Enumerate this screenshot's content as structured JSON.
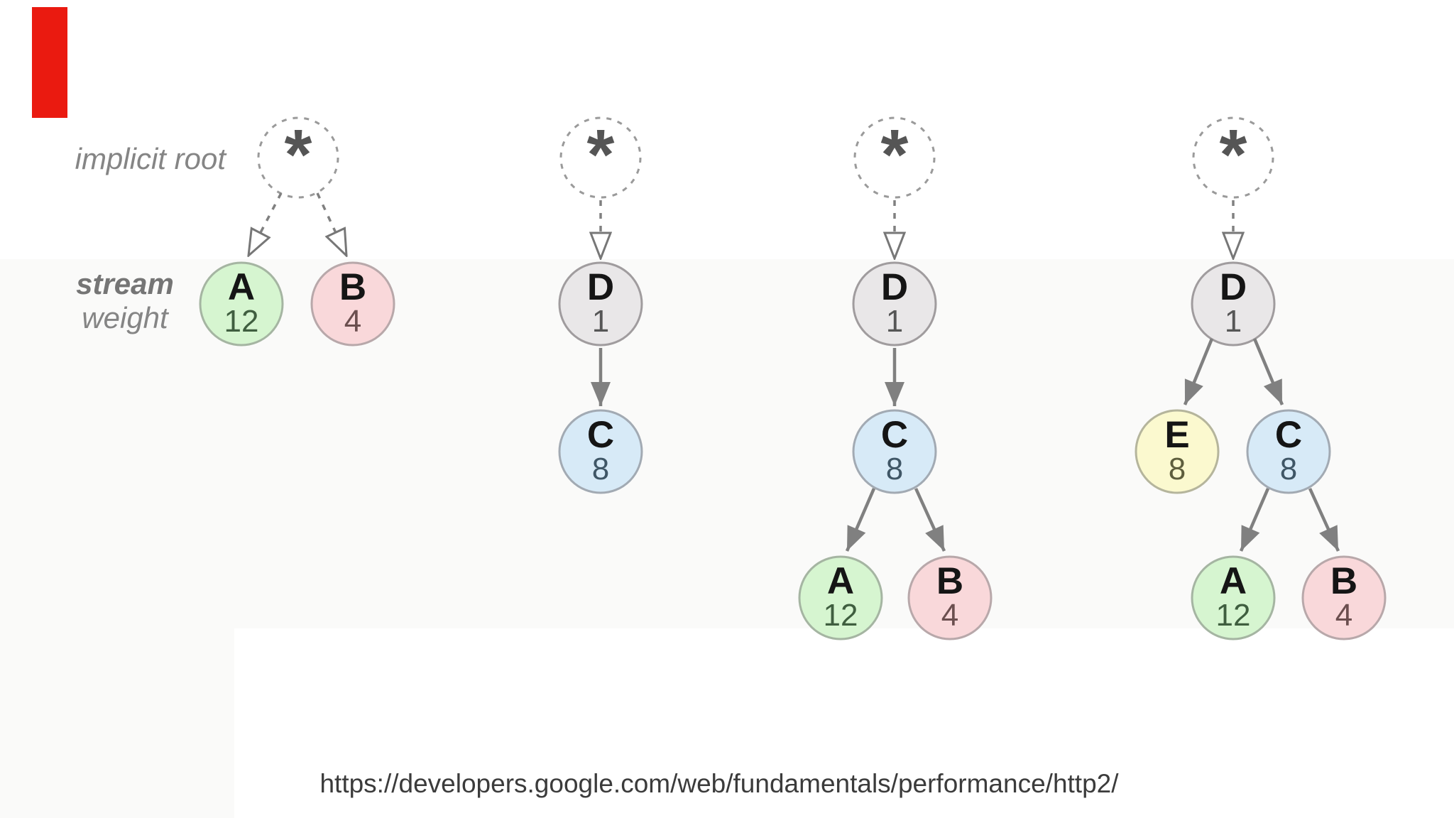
{
  "slide": {
    "background": "#ffffff",
    "red_marker_color": "#ea1a10",
    "labels": {
      "implicit_root": "implicit root",
      "stream": "stream",
      "weight": "weight"
    },
    "footer_url": "https://developers.google.com/web/fundamentals/performance/http2/"
  },
  "palette": {
    "edge": "#808080",
    "green": {
      "fill": "#d6f5d0",
      "num": "#3f5e3f"
    },
    "pink": {
      "fill": "#f9d8da",
      "num": "#6b4f4f"
    },
    "blue": {
      "fill": "#d7eaf7",
      "num": "#3f5666"
    },
    "gray": {
      "fill": "#e9e7e8",
      "num": "#565656"
    },
    "yellow": {
      "fill": "#fbf9cf",
      "num": "#5e5e3d"
    }
  },
  "trees": [
    {
      "name": "tree-1",
      "root": "*",
      "nodes": [
        {
          "label": "A",
          "weight": "12",
          "color": "green"
        },
        {
          "label": "B",
          "weight": "4",
          "color": "pink"
        }
      ]
    },
    {
      "name": "tree-2",
      "root": "*",
      "nodes": [
        {
          "label": "D",
          "weight": "1",
          "color": "gray"
        },
        {
          "label": "C",
          "weight": "8",
          "color": "blue"
        }
      ]
    },
    {
      "name": "tree-3",
      "root": "*",
      "nodes": [
        {
          "label": "D",
          "weight": "1",
          "color": "gray"
        },
        {
          "label": "C",
          "weight": "8",
          "color": "blue"
        },
        {
          "label": "A",
          "weight": "12",
          "color": "green"
        },
        {
          "label": "B",
          "weight": "4",
          "color": "pink"
        }
      ]
    },
    {
      "name": "tree-4",
      "root": "*",
      "nodes": [
        {
          "label": "D",
          "weight": "1",
          "color": "gray"
        },
        {
          "label": "E",
          "weight": "8",
          "color": "yellow"
        },
        {
          "label": "C",
          "weight": "8",
          "color": "blue"
        },
        {
          "label": "A",
          "weight": "12",
          "color": "green"
        },
        {
          "label": "B",
          "weight": "4",
          "color": "pink"
        }
      ]
    }
  ]
}
